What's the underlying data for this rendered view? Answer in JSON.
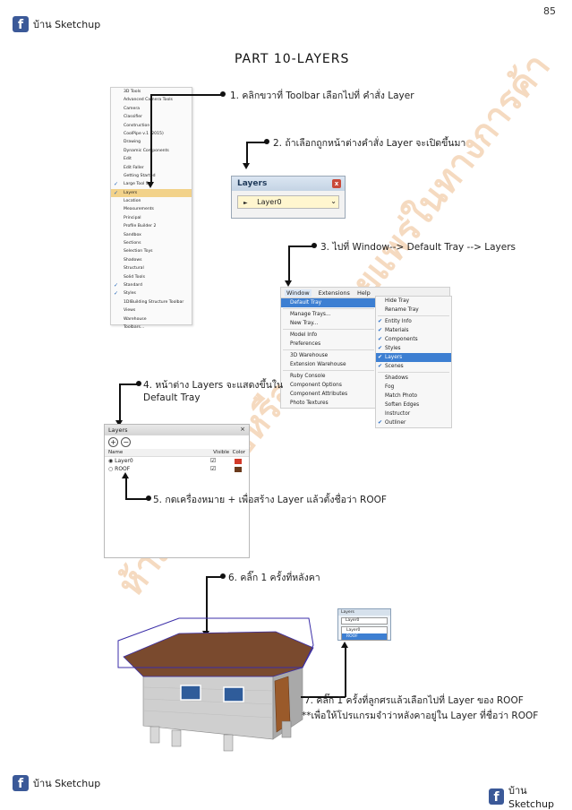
{
  "brand": {
    "name": "บ้าน Sketchup",
    "fb_glyph": "f",
    "fb_color": "#3b5998"
  },
  "page_number": "85",
  "title": "PART 10-LAYERS",
  "steps": [
    {
      "id": 1,
      "text": "1. คลิกขวาที่ Toolbar เลือกไปที่ คำสั่ง Layer"
    },
    {
      "id": 2,
      "text": "2. ถ้าเลือกถูกหน้าต่างคำสั่ง Layer จะเปิดขึ้นมา"
    },
    {
      "id": 3,
      "text": "3. ไปที่ Window--> Default Tray --> Layers"
    },
    {
      "id": 4,
      "text_line1": "4. หน้าต่าง Layers จะแสดงขึ้นใน",
      "text_line2": "Default Tray"
    },
    {
      "id": 5,
      "text": "5. กดเครื่องหมาย + เพื่อสร้าง Layer แล้วตั้งชื่อว่า ROOF"
    },
    {
      "id": 6,
      "text": "6. คลิ๊ก 1 ครั้งที่หลังคา"
    },
    {
      "id": 7,
      "text_line1": "7. คลิ๊ก 1 ครั้งที่ลูกศรแล้วเลือกไปที่ Layer ของ ROOF",
      "text_line2": "**เพื่อให้โปรแกรมจำว่าหลังคาอยู่ใน Layer ที่ชื่อว่า ROOF"
    }
  ],
  "toolbar_menu": {
    "items": [
      {
        "label": "3D Tools",
        "checked": false
      },
      {
        "label": "Advanced Camera Tools",
        "checked": false
      },
      {
        "label": "Camera",
        "checked": false
      },
      {
        "label": "Classifier",
        "checked": false
      },
      {
        "label": "Construction",
        "checked": false
      },
      {
        "label": "CoolPipe v.1 (2015)",
        "checked": false
      },
      {
        "label": "Drawing",
        "checked": false
      },
      {
        "label": "Dynamic Components",
        "checked": false
      },
      {
        "label": "Edit",
        "checked": false
      },
      {
        "label": "Edit Faller",
        "checked": false
      },
      {
        "label": "Getting Started",
        "checked": false
      },
      {
        "label": "Large Tool Set",
        "checked": true
      },
      {
        "label": "Layers",
        "checked": true,
        "highlight": true
      },
      {
        "label": "Location",
        "checked": false
      },
      {
        "label": "Measurements",
        "checked": false
      },
      {
        "label": "Principal",
        "checked": false
      },
      {
        "label": "Profile Builder 2",
        "checked": false
      },
      {
        "label": "Sandbox",
        "checked": false
      },
      {
        "label": "Sections",
        "checked": false
      },
      {
        "label": "Selection Toys",
        "checked": false
      },
      {
        "label": "Shadows",
        "checked": false
      },
      {
        "label": "Structural",
        "checked": false
      },
      {
        "label": "Solid Tools",
        "checked": false
      },
      {
        "label": "Standard",
        "checked": true
      },
      {
        "label": "Styles",
        "checked": true
      },
      {
        "label": "1DIBuilding Structure Toolbar",
        "checked": false
      },
      {
        "label": "Views",
        "checked": false
      },
      {
        "label": "Warehouse",
        "checked": false
      },
      {
        "label": "Toolbars...",
        "checked": false
      }
    ]
  },
  "layers_window": {
    "title": "Layers",
    "close": "x",
    "current_layer": "Layer0"
  },
  "window_menu": {
    "menubar": [
      "Window",
      "Extensions",
      "Help"
    ],
    "left_items": [
      {
        "label": "Default Tray",
        "selected": true
      },
      {
        "label": "Manage Trays..."
      },
      {
        "label": "New Tray..."
      },
      {
        "label": "Model Info"
      },
      {
        "label": "Preferences"
      },
      {
        "label": "3D Warehouse"
      },
      {
        "label": "Extension Warehouse"
      },
      {
        "label": "Ruby Console"
      },
      {
        "label": "Component Options"
      },
      {
        "label": "Component Attributes"
      },
      {
        "label": "Photo Textures"
      }
    ],
    "right_items": [
      {
        "label": "Hide Tray",
        "checked": false
      },
      {
        "label": "Rename Tray",
        "checked": false
      },
      {
        "label": "Entity Info",
        "checked": true
      },
      {
        "label": "Materials",
        "checked": true
      },
      {
        "label": "Components",
        "checked": true
      },
      {
        "label": "Styles",
        "checked": true
      },
      {
        "label": "Layers",
        "checked": true,
        "selected": true
      },
      {
        "label": "Scenes",
        "checked": true
      },
      {
        "label": "Shadows",
        "checked": false
      },
      {
        "label": "Fog",
        "checked": false
      },
      {
        "label": "Match Photo",
        "checked": false
      },
      {
        "label": "Soften Edges",
        "checked": false
      },
      {
        "label": "Instructor",
        "checked": false
      },
      {
        "label": "Outliner",
        "checked": true
      }
    ]
  },
  "tray_panel": {
    "title": "Layers",
    "col_name": "Name",
    "col_visible": "Visible",
    "col_color": "Color",
    "layers": [
      {
        "name": "Layer0",
        "active": true,
        "color": "#d23a2a"
      },
      {
        "name": "ROOF",
        "active": false,
        "color": "#6a3a1c"
      }
    ]
  },
  "mini_layers": {
    "title": "Layers",
    "current": "Layer0",
    "options": [
      "Layer0",
      "ROOF"
    ]
  },
  "watermark": "ห้ามจำหน่ายหรือนำไปเผยแพร่ในทางการค้า",
  "colors": {
    "accent": "#3d7fd2",
    "highlight": "#f2d28a",
    "roof": "#7a4a2e",
    "wall": "#c9c9c9",
    "select": "#3b2ea8"
  }
}
